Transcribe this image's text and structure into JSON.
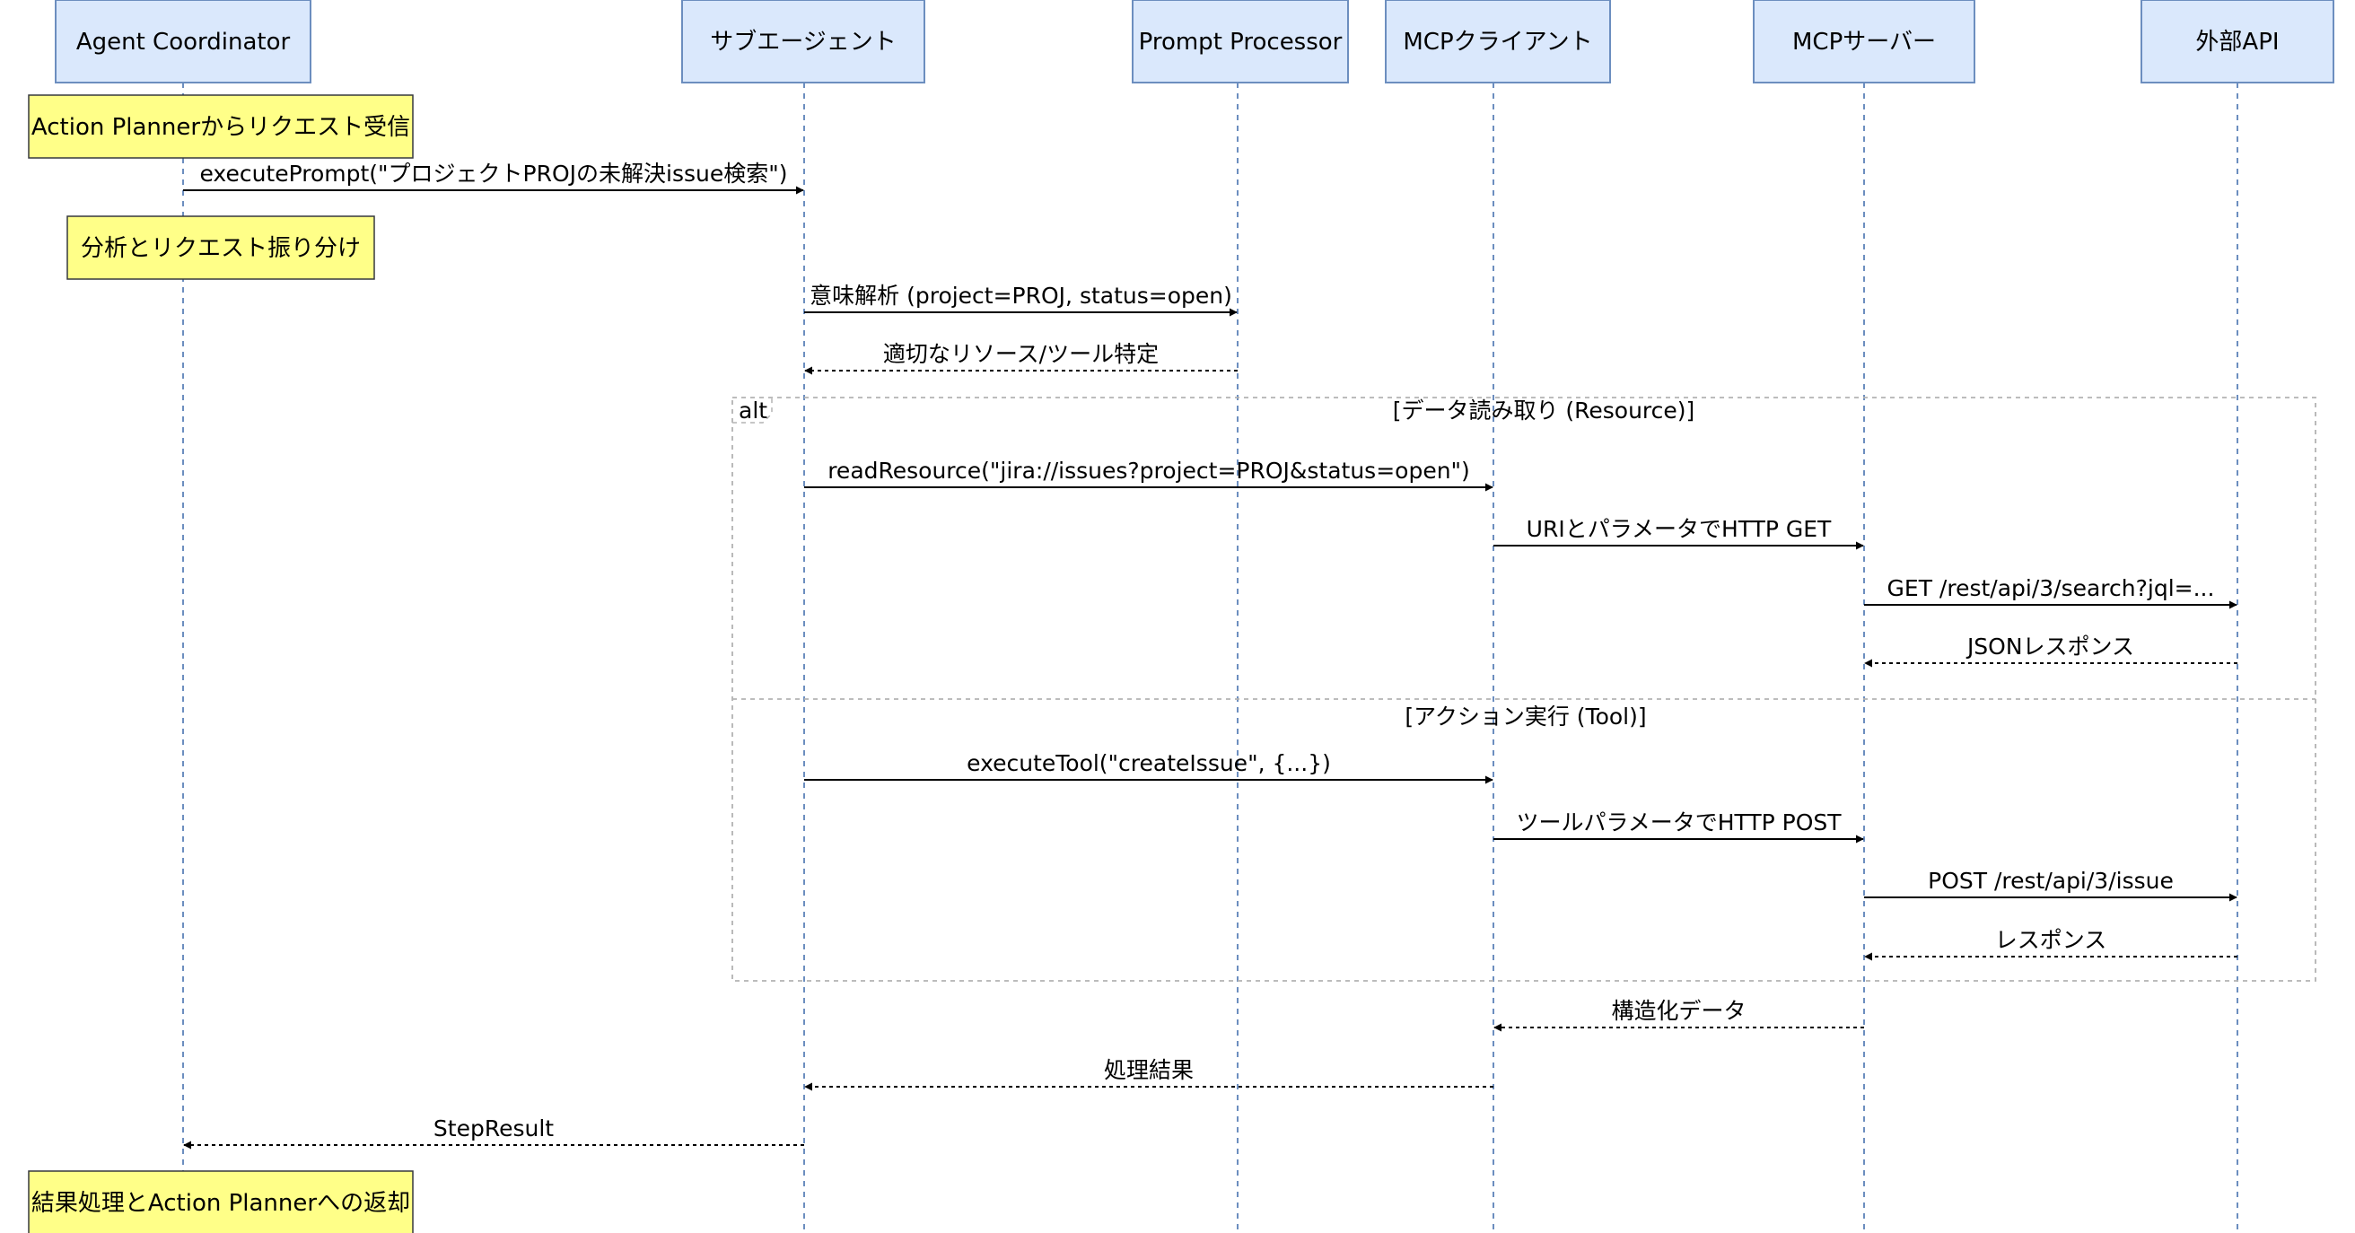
{
  "participants": [
    {
      "id": "coord",
      "label": "Agent Coordinator"
    },
    {
      "id": "sub",
      "label": "サブエージェント"
    },
    {
      "id": "proc",
      "label": "Prompt Processor"
    },
    {
      "id": "client",
      "label": "MCPクライアント"
    },
    {
      "id": "server",
      "label": "MCPサーバー"
    },
    {
      "id": "api",
      "label": "外部API"
    }
  ],
  "notes": [
    {
      "text": "Action Plannerからリクエスト受信"
    },
    {
      "text": "分析とリクエスト振り分け"
    },
    {
      "text": "結果処理とAction Plannerへの返却"
    }
  ],
  "messages": [
    {
      "from": "coord",
      "to": "sub",
      "text": "executePrompt(\"プロジェクトPROJの未解決issue検索\")",
      "style": "solid"
    },
    {
      "from": "sub",
      "to": "proc",
      "text": "意味解析 (project=PROJ, status=open)",
      "style": "solid"
    },
    {
      "from": "proc",
      "to": "sub",
      "text": "適切なリソース/ツール特定",
      "style": "dashed"
    },
    {
      "from": "sub",
      "to": "client",
      "text": "readResource(\"jira://issues?project=PROJ&status=open\")",
      "style": "solid"
    },
    {
      "from": "client",
      "to": "server",
      "text": "URIとパラメータでHTTP GET",
      "style": "solid"
    },
    {
      "from": "server",
      "to": "api",
      "text": "GET /rest/api/3/search?jql=...",
      "style": "solid"
    },
    {
      "from": "api",
      "to": "server",
      "text": "JSONレスポンス",
      "style": "dashed"
    },
    {
      "from": "sub",
      "to": "client",
      "text": "executeTool(\"createIssue\", {...})",
      "style": "solid"
    },
    {
      "from": "client",
      "to": "server",
      "text": "ツールパラメータでHTTP POST",
      "style": "solid"
    },
    {
      "from": "server",
      "to": "api",
      "text": "POST /rest/api/3/issue",
      "style": "solid"
    },
    {
      "from": "api",
      "to": "server",
      "text": "レスポンス",
      "style": "dashed"
    },
    {
      "from": "server",
      "to": "client",
      "text": "構造化データ",
      "style": "dashed"
    },
    {
      "from": "client",
      "to": "sub",
      "text": "処理結果",
      "style": "dashed"
    },
    {
      "from": "sub",
      "to": "coord",
      "text": "StepResult",
      "style": "dashed"
    }
  ],
  "alt_frame": {
    "operator": "alt",
    "guards": [
      "[データ読み取り (Resource)]",
      "[アクション実行 (Tool)]"
    ]
  },
  "colors": {
    "participant_fill": "#dae8fc",
    "participant_stroke": "#6c8ebf",
    "note_fill": "#ffff88",
    "frame_stroke": "#b3b3b3"
  }
}
